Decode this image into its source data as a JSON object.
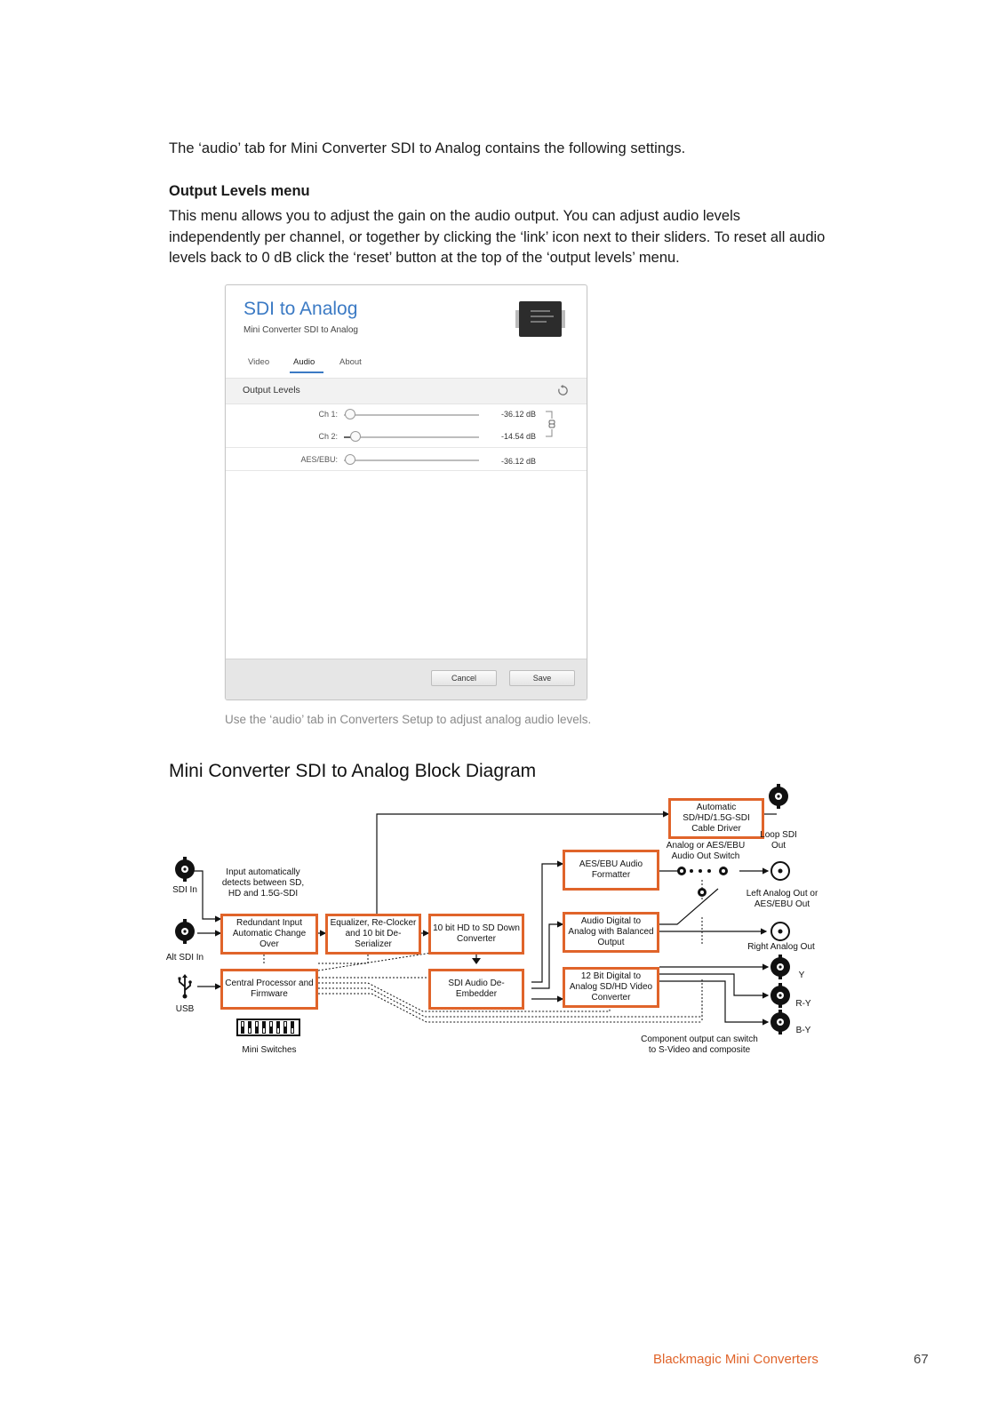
{
  "intro": "The ‘audio’ tab for Mini Converter SDI to Analog contains the following settings.",
  "output_levels_heading": "Output Levels menu",
  "output_levels_paragraph": "This menu allows you to adjust the gain on the audio output. You can adjust audio levels independently per channel, or together by clicking the ‘link’ icon next to their sliders. To reset all audio levels back to 0 dB click the ‘reset’ button at the top of the ‘output levels’ menu.",
  "setup_window": {
    "title": "SDI to Analog",
    "subtitle": "Mini Converter SDI to Analog",
    "tabs": [
      "Video",
      "Audio",
      "About"
    ],
    "active_tab": "Audio",
    "section_label": "Output Levels",
    "sliders": [
      {
        "label": "Ch 1:",
        "value_text": "-36.12 dB",
        "position": 0.04
      },
      {
        "label": "Ch 2:",
        "value_text": "-14.54 dB",
        "position": 0.08
      },
      {
        "label": "AES/EBU:",
        "value_text": "-36.12 dB",
        "position": 0.04
      }
    ],
    "cancel_label": "Cancel",
    "save_label": "Save",
    "accent_color": "#3b7ac4"
  },
  "caption": "Use the ‘audio’ tab in Converters Setup to adjust analog audio levels.",
  "diagram": {
    "title": "Mini Converter SDI to Analog Block Diagram",
    "accent_color": "#e0642a",
    "blocks": {
      "cable_driver": "Automatic SD/HD/1.5G-SDI Cable Driver",
      "aes_formatter": "AES/EBU Audio Formatter",
      "redundant": "Redundant Input Automatic Change Over",
      "equalizer": "Equalizer, Re-Clocker and 10 bit De-Serializer",
      "down_converter": "10 bit HD to SD Down Converter",
      "audio_digital": "Audio Digital to Analog with Balanced Output",
      "cpu": "Central Processor and Firmware",
      "de_embedder": "SDI Audio De-Embedder",
      "video_converter": "12 Bit Digital to Analog SD/HD Video Converter"
    },
    "labels": {
      "sdi_in": "SDI In",
      "alt_sdi_in": "Alt SDI In",
      "usb": "USB",
      "mini_switches": "Mini Switches",
      "input_detect": "Input automatically detects between SD, HD and 1.5G-SDI",
      "loop_sdi_out": "Loop SDI Out",
      "audio_switch": "Analog or AES/EBU Audio Out Switch",
      "left_out": "Left Analog Out or AES/EBU Out",
      "right_out": "Right Analog Out",
      "y": "Y",
      "ry": "R-Y",
      "by": "B-Y",
      "component_note": "Component output can switch to S-Video and composite"
    }
  },
  "footer": {
    "brand": "Blackmagic Mini Converters",
    "page": "67"
  }
}
